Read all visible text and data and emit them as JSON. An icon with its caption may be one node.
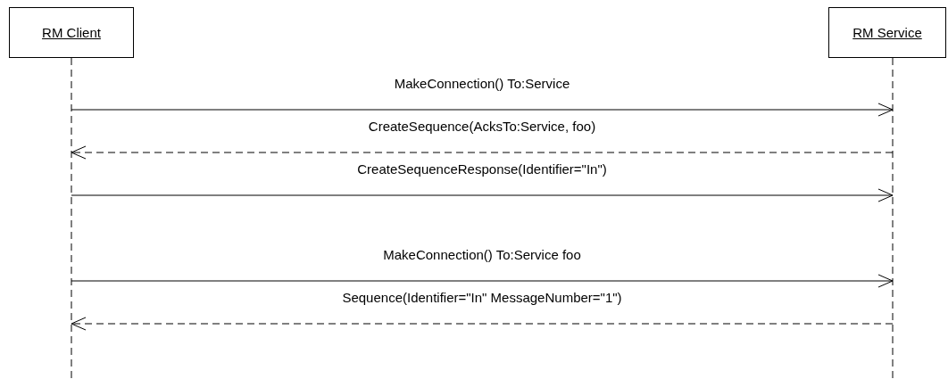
{
  "diagram": {
    "nodes": [
      {
        "text": [
          "RM Client"
        ]
      },
      {
        "text": [
          "RM Service"
        ]
      }
    ],
    "edges": [
      {
        "from": 0,
        "to": 1,
        "arrow": "to",
        "label": "MakeConnection() To:Service"
      },
      {
        "from": 1,
        "to": 0,
        "arrow": "to",
        "label": "CreateSequence(AcksTo:Service, foo)",
        "style": "dashed"
      },
      {
        "from": 0,
        "to": 1,
        "arrow": "to",
        "label": "CreateSequenceResponse(Identifier=\"In\")"
      },
      {
        "from": 0,
        "to": 1,
        "arrow": "to",
        "label": "MakeConnection() To:Service foo"
      },
      {
        "from": 1,
        "to": 0,
        "arrow": "to",
        "label": "Sequence(Identifier=\"In\" MessageNumber=\"1\")",
        "style": "dashed"
      }
    ]
  }
}
